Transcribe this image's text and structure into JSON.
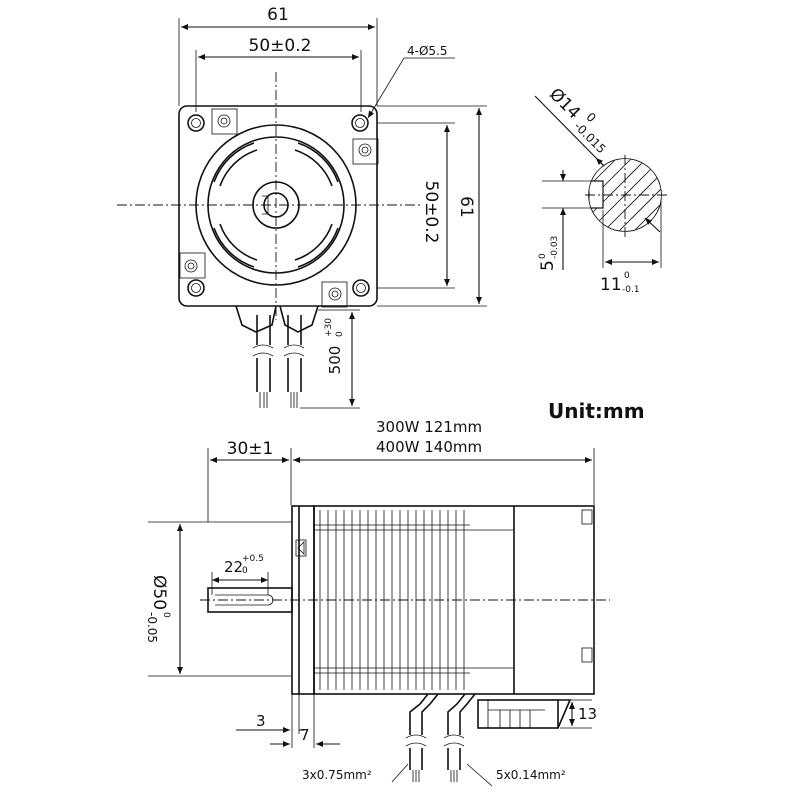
{
  "front_view": {
    "overall_width": "61",
    "hole_spacing_h": "50±0.2",
    "mount_holes": "4-Ø5.5",
    "hole_spacing_v": "50±0.2",
    "overall_height": "61",
    "cable_length": "500",
    "cable_length_tol": "+30",
    "cable_length_tol_low": "0"
  },
  "shaft_section": {
    "diameter": "Ø14",
    "diameter_tol_up": "0",
    "diameter_tol_low": "-0.015",
    "key_depth": "5",
    "key_depth_tol_up": "0",
    "key_depth_tol_low": "-0.03",
    "flat_width": "11",
    "flat_width_tol_up": "0",
    "flat_width_tol_low": "-0.1"
  },
  "unit_label": "Unit:mm",
  "side_view": {
    "length_300w": "300W 121mm",
    "length_400w": "400W 140mm",
    "shaft_length": "30±1",
    "key_length": "22",
    "key_length_tol_up": "+0.5",
    "key_length_tol_low": "0",
    "pilot_diameter": "Ø50",
    "pilot_tol_up": "0",
    "pilot_tol_low": "-0.05",
    "flange_offset": "3",
    "flange_thickness": "7",
    "connector_height": "13",
    "cable_power": "3x0.75mm²",
    "cable_encoder": "5x0.14mm²"
  }
}
